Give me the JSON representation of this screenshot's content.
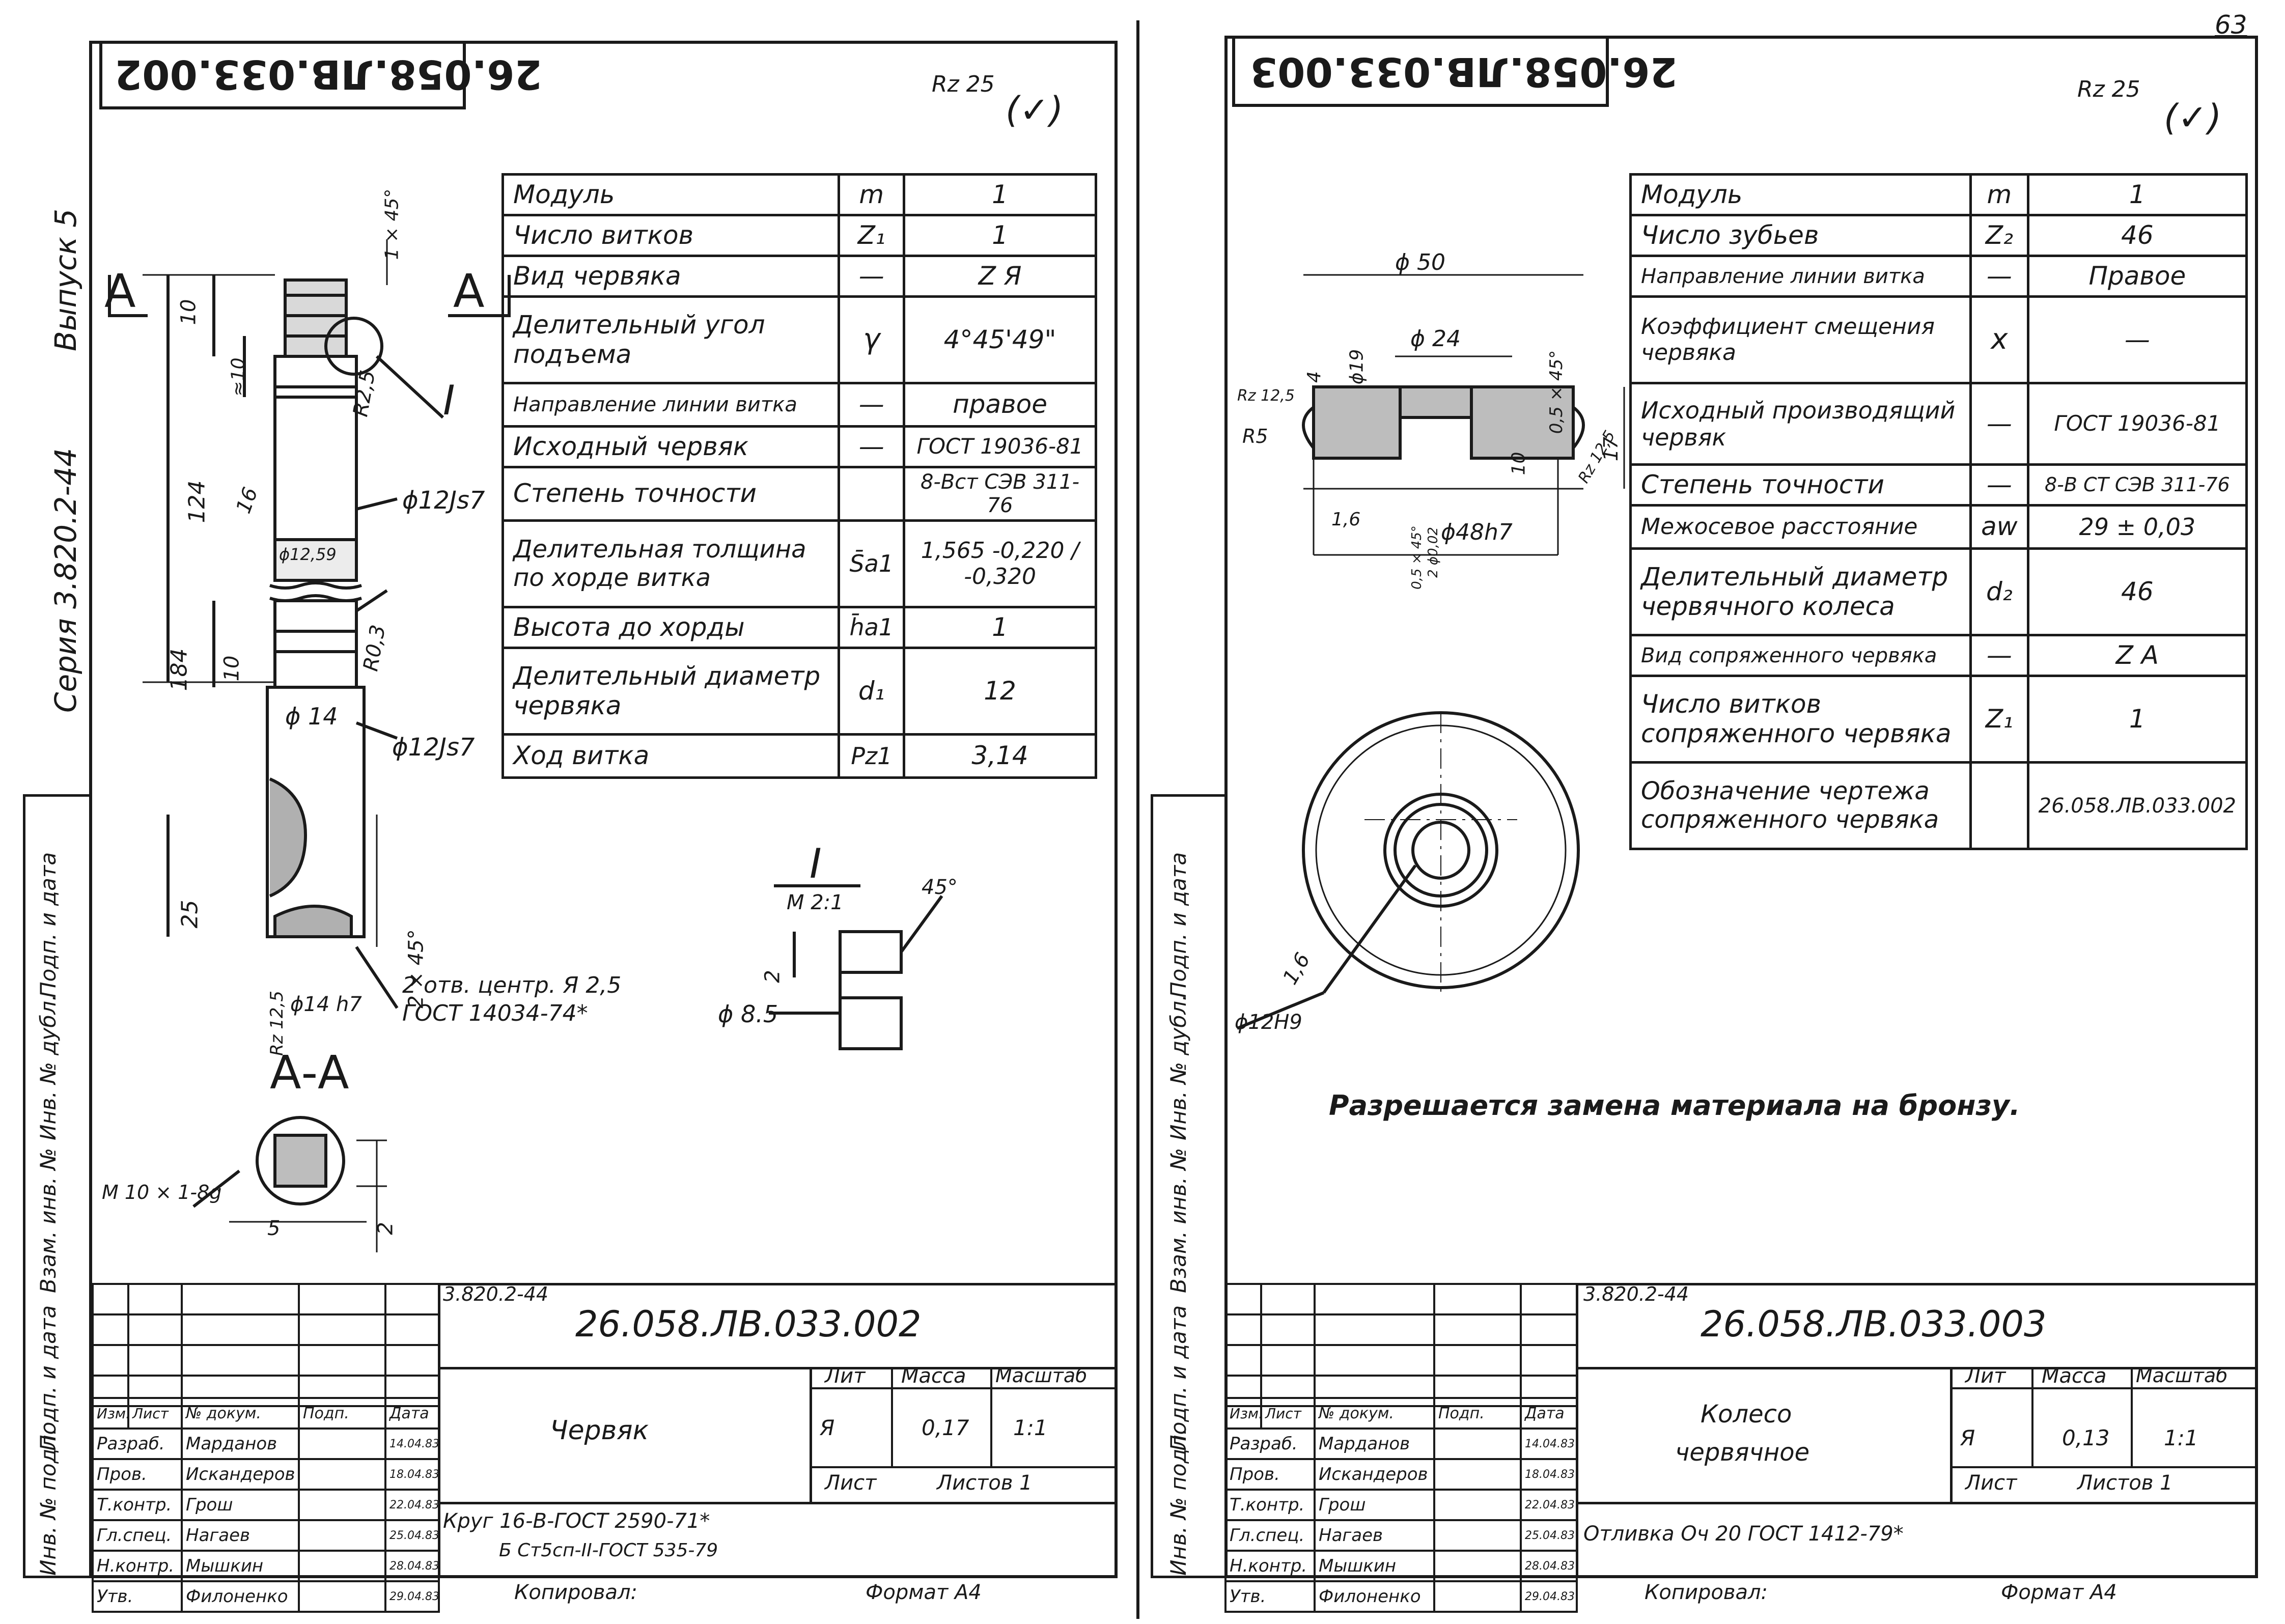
{
  "page_number": "63",
  "series": {
    "issue": "Выпуск 5",
    "series": "Серия 3.820.2-44"
  },
  "side_labels": [
    "Подп. и дата",
    "Инв. № дубл.",
    "Взам. инв. №",
    "Подп. и дата",
    "Инв. № подл."
  ],
  "left": {
    "header_code": "26.058.ЛВ.033.002",
    "roughness": "Rz 25",
    "roughness_paren": "(✓)",
    "spec_table": [
      {
        "name": "Модуль",
        "sym": "m",
        "val": "1"
      },
      {
        "name": "Число витков",
        "sym": "Z₁",
        "val": "1"
      },
      {
        "name": "Вид червяка",
        "sym": "—",
        "val": "Z Я"
      },
      {
        "name": "Делительный угол подъема",
        "sym": "γ",
        "val": "4°45'49\""
      },
      {
        "name": "Направление линии витка",
        "sym": "—",
        "val": "правое"
      },
      {
        "name": "Исходный червяк",
        "sym": "—",
        "val": "ГОСТ 19036-81"
      },
      {
        "name": "Степень точности",
        "sym": "",
        "val": "8-Вст СЭВ 311-76"
      },
      {
        "name": "Делительная толщина по хорде витка",
        "sym": "S̄a1",
        "val": "1,565 -0,220 / -0,320"
      },
      {
        "name": "Высота до хорды",
        "sym": "h̄a1",
        "val": "1"
      },
      {
        "name": "Делительный диаметр червяка",
        "sym": "d₁",
        "val": "12"
      },
      {
        "name": "Ход витка",
        "sym": "Pz1",
        "val": "3,14"
      }
    ],
    "dims": {
      "section_a": "А",
      "section_aa": "А-А",
      "detail_i": "I",
      "detail_scale": "М 2:1",
      "d10a": "10",
      "d10b": "≈10",
      "r25": "R2,5",
      "d124": "124",
      "d16": "16",
      "d184": "184",
      "phi12js7": "ϕ12Js7",
      "phi125": "ϕ12,59",
      "d10c": "10",
      "r03": "R0,3",
      "phi14": "ϕ 14",
      "d25": "25",
      "chamfer": "2 × 45°",
      "chamfer_top": "1 × 45°",
      "rz125": "Rz 12,5",
      "phi14h7": "ϕ14 h7",
      "center_holes": "2 отв. центр. Я 2,5",
      "center_gost": "ГОСТ 14034-74*",
      "m10": "M 10 × 1-8g",
      "d5": "5",
      "d2": "2",
      "angle45": "45°",
      "d2b": "2",
      "phi85": "ϕ 8.5"
    },
    "stamp": {
      "series": "3.820.2-44",
      "code": "26.058.ЛВ.033.002",
      "title": "Червяк",
      "material1": "Круг 16-В-ГОСТ 2590-71*",
      "material2": "Б Ст5сп-II-ГОСТ 535-79",
      "lit_label": "Лит",
      "mass_label": "Масса",
      "scale_label": "Масштаб",
      "lit": "Я",
      "mass": "0,17",
      "scale": "1:1",
      "sheet_label": "Лист",
      "sheets_label": "Листов 1",
      "head": [
        "Изм.",
        "Лист",
        "№ докум.",
        "Подп.",
        "Дата"
      ],
      "rows": [
        {
          "role": "Разраб.",
          "name": "Марданов",
          "date": "14.04.83"
        },
        {
          "role": "Пров.",
          "name": "Искандеров",
          "date": "18.04.83"
        },
        {
          "role": "Т.контр.",
          "name": "Грош",
          "date": "22.04.83"
        },
        {
          "role": "Гл.спец.",
          "name": "Нагаев",
          "date": "25.04.83"
        },
        {
          "role": "Н.контр.",
          "name": "Мышкин",
          "date": "28.04.83"
        },
        {
          "role": "Утв.",
          "name": "Филоненко",
          "date": "29.04.83"
        }
      ],
      "copied": "Копировал:",
      "format": "Формат А4"
    }
  },
  "right": {
    "header_code": "26.058.ЛВ.033.003",
    "roughness": "Rz 25",
    "roughness_paren": "(✓)",
    "spec_table": [
      {
        "name": "Модуль",
        "sym": "m",
        "val": "1"
      },
      {
        "name": "Число зубьев",
        "sym": "Z₂",
        "val": "46"
      },
      {
        "name": "Направление линии витка",
        "sym": "—",
        "val": "Правое"
      },
      {
        "name": "Коэффициент смещения червяка",
        "sym": "x",
        "val": "—"
      },
      {
        "name": "Исходный производящий червяк",
        "sym": "—",
        "val": "ГОСТ 19036-81"
      },
      {
        "name": "Степень точности",
        "sym": "—",
        "val": "8-В СТ СЭВ 311-76"
      },
      {
        "name": "Межосевое расстояние",
        "sym": "aw",
        "val": "29 ± 0,03"
      },
      {
        "name": "Делительный диаметр червячного колеса",
        "sym": "d₂",
        "val": "46"
      },
      {
        "name": "Вид сопряженного червяка",
        "sym": "—",
        "val": "Z A"
      },
      {
        "name": "Число витков сопряженного червяка",
        "sym": "Z₁",
        "val": "1"
      },
      {
        "name": "Обозначение чертежа сопряженного червяка",
        "sym": "",
        "val": "26.058.ЛВ.033.002"
      }
    ],
    "dims": {
      "phi50": "ϕ 50",
      "phi24": "ϕ 24",
      "phi19": "ϕ19",
      "d4": "4",
      "chamfer": "0,5 × 45°",
      "rz125a": "Rz 12,5",
      "r5": "R5",
      "d17": "17",
      "d10": "10",
      "rz125b": "Rz 12,5",
      "d16": "1,6",
      "chamfer2": "0,5 × 45°",
      "tol": "2 ϕ0,02",
      "phi48h7": "ϕ48h7",
      "d16b": "1,6",
      "phi12h9": "ϕ12H9"
    },
    "note": "Разрешается замена материала на бронзу.",
    "stamp": {
      "series": "3.820.2-44",
      "code": "26.058.ЛВ.033.003",
      "title1": "Колесо",
      "title2": "червячное",
      "material": "Отливка Оч 20 ГОСТ 1412-79*",
      "lit_label": "Лит",
      "mass_label": "Масса",
      "scale_label": "Масштаб",
      "lit": "Я",
      "mass": "0,13",
      "scale": "1:1",
      "sheet_label": "Лист",
      "sheets_label": "Листов 1",
      "head": [
        "Изм.",
        "Лист",
        "№ докум.",
        "Подп.",
        "Дата"
      ],
      "rows": [
        {
          "role": "Разраб.",
          "name": "Марданов",
          "date": "14.04.83"
        },
        {
          "role": "Пров.",
          "name": "Искандеров",
          "date": "18.04.83"
        },
        {
          "role": "Т.контр.",
          "name": "Грош",
          "date": "22.04.83"
        },
        {
          "role": "Гл.спец.",
          "name": "Нагаев",
          "date": "25.04.83"
        },
        {
          "role": "Н.контр.",
          "name": "Мышкин",
          "date": "28.04.83"
        },
        {
          "role": "Утв.",
          "name": "Филоненко",
          "date": "29.04.83"
        }
      ],
      "copied": "Копировал:",
      "format": "Формат А4"
    }
  }
}
